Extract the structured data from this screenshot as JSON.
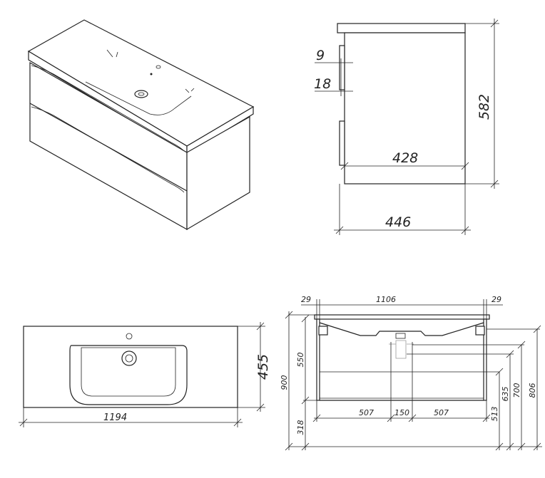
{
  "isometric_view": {},
  "side_view": {
    "dims": {
      "top_gap": "9",
      "drawer_gap": "18",
      "height": "582",
      "depth_cabinet": "428",
      "depth_total": "446"
    }
  },
  "top_view": {
    "dims": {
      "depth": "455",
      "width": "1194"
    }
  },
  "front_view": {
    "dims": {
      "side_left": "29",
      "inner_width": "1106",
      "side_right": "29",
      "total_height": "900",
      "cabinet_height": "550",
      "floor_gap": "318",
      "left_offset": "507",
      "drain_spacing": "150",
      "right_offset": "507",
      "h_513": "513",
      "h_635": "635",
      "h_700": "700",
      "h_806": "806"
    }
  }
}
